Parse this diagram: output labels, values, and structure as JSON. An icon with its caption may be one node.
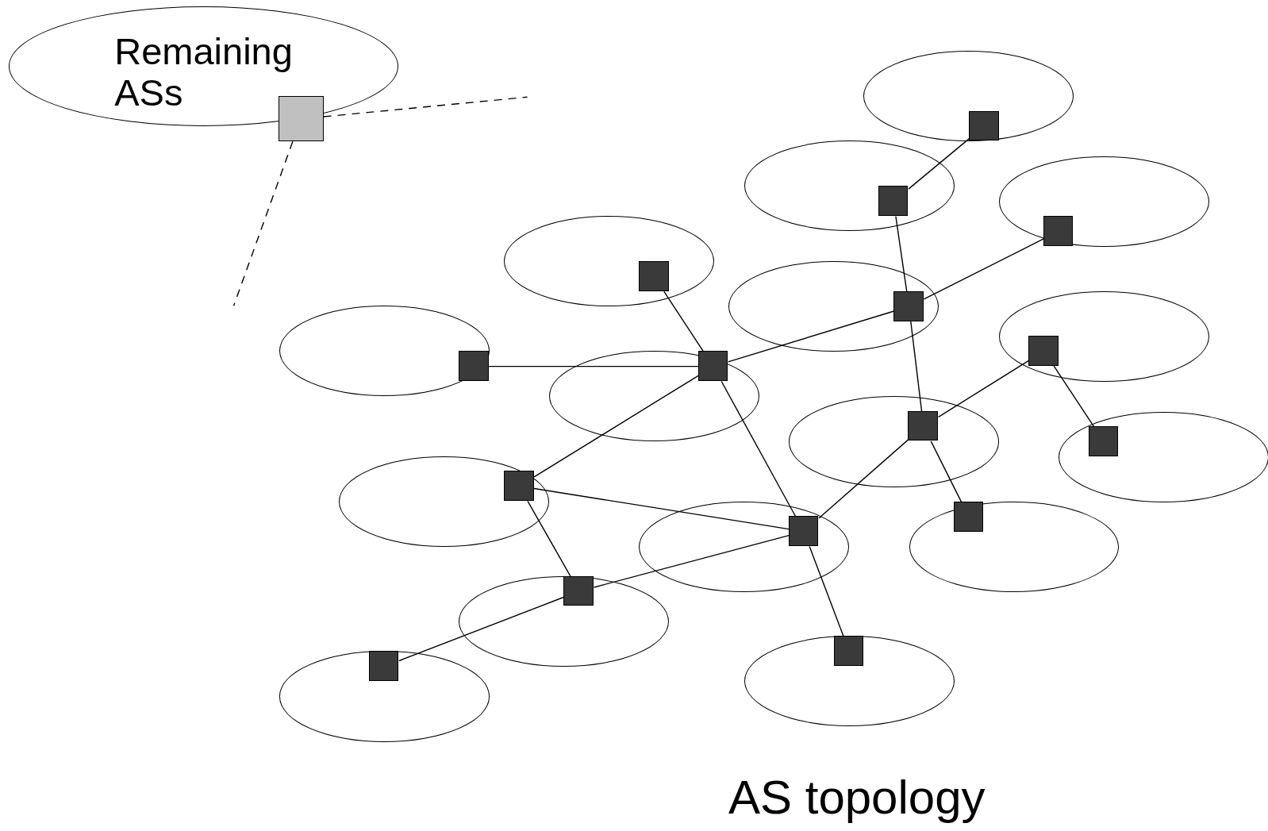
{
  "diagram": {
    "caption": "AS topology",
    "nodes": [
      {
        "text": [
          "Remaining ASs"
        ]
      },
      {
        "text": [],
        "shape": "ellipse"
      },
      {
        "text": [],
        "shape": "ellipse"
      },
      {
        "text": [],
        "shape": "ellipse"
      },
      {
        "text": [],
        "shape": "ellipse"
      },
      {
        "text": [],
        "shape": "ellipse"
      },
      {
        "text": [],
        "shape": "ellipse"
      },
      {
        "text": [],
        "shape": "ellipse"
      },
      {
        "text": [],
        "shape": "ellipse"
      },
      {
        "text": [],
        "shape": "ellipse"
      },
      {
        "text": [],
        "shape": "ellipse"
      },
      {
        "text": [],
        "shape": "ellipse"
      },
      {
        "text": [],
        "shape": "ellipse"
      },
      {
        "text": [],
        "shape": "ellipse"
      },
      {
        "text": [],
        "shape": "ellipse"
      },
      {
        "text": [],
        "shape": "ellipse"
      },
      {
        "text": [],
        "shape": "ellipse"
      },
      {
        "text": [],
        "shape": "box"
      },
      {
        "text": [],
        "shape": "box",
        "in": 1
      },
      {
        "text": [],
        "shape": "box",
        "in": 2
      },
      {
        "text": [],
        "shape": "box",
        "in": 3
      },
      {
        "text": [],
        "shape": "box",
        "in": 4
      },
      {
        "text": [],
        "shape": "box",
        "in": 5
      },
      {
        "text": [],
        "shape": "box",
        "in": 6
      },
      {
        "text": [],
        "shape": "box",
        "in": 7
      },
      {
        "text": [],
        "shape": "box",
        "in": 8
      },
      {
        "text": [],
        "shape": "box",
        "in": 9
      },
      {
        "text": [],
        "shape": "box",
        "in": 10
      },
      {
        "text": [],
        "shape": "box",
        "in": 11
      },
      {
        "text": [],
        "shape": "box",
        "in": 12
      },
      {
        "text": [],
        "shape": "box",
        "in": 13
      },
      {
        "text": [],
        "shape": "box",
        "in": 14
      },
      {
        "text": [],
        "shape": "box",
        "in": 15
      },
      {
        "text": [],
        "shape": "box",
        "in": 16
      }
    ],
    "edges": [
      {
        "from": 17,
        "to": null,
        "arrow": "none",
        "style": "dashed"
      },
      {
        "from": 17,
        "to": null,
        "arrow": "none",
        "style": "dashed"
      },
      {
        "from": 18,
        "to": 19,
        "arrow": "none"
      },
      {
        "from": 19,
        "to": 22,
        "arrow": "none"
      },
      {
        "from": 20,
        "to": 22,
        "arrow": "none"
      },
      {
        "from": 22,
        "to": 25,
        "arrow": "none"
      },
      {
        "from": 24,
        "to": 25,
        "arrow": "none"
      },
      {
        "from": 21,
        "to": 25,
        "arrow": "none"
      },
      {
        "from": 25,
        "to": 29,
        "arrow": "none"
      },
      {
        "from": 29,
        "to": 33,
        "arrow": "none"
      },
      {
        "from": 25,
        "to": 28,
        "arrow": "none"
      },
      {
        "from": 28,
        "to": 29,
        "arrow": "none"
      },
      {
        "from": 28,
        "to": 31,
        "arrow": "none"
      },
      {
        "from": 32,
        "to": 31,
        "arrow": "none"
      },
      {
        "from": 31,
        "to": 29,
        "arrow": "none"
      },
      {
        "from": 29,
        "to": 26,
        "arrow": "none"
      },
      {
        "from": 22,
        "to": 26,
        "arrow": "none"
      },
      {
        "from": 26,
        "to": 23,
        "arrow": "none"
      },
      {
        "from": 23,
        "to": 27,
        "arrow": "none"
      },
      {
        "from": 26,
        "to": 30,
        "arrow": "none"
      }
    ]
  }
}
